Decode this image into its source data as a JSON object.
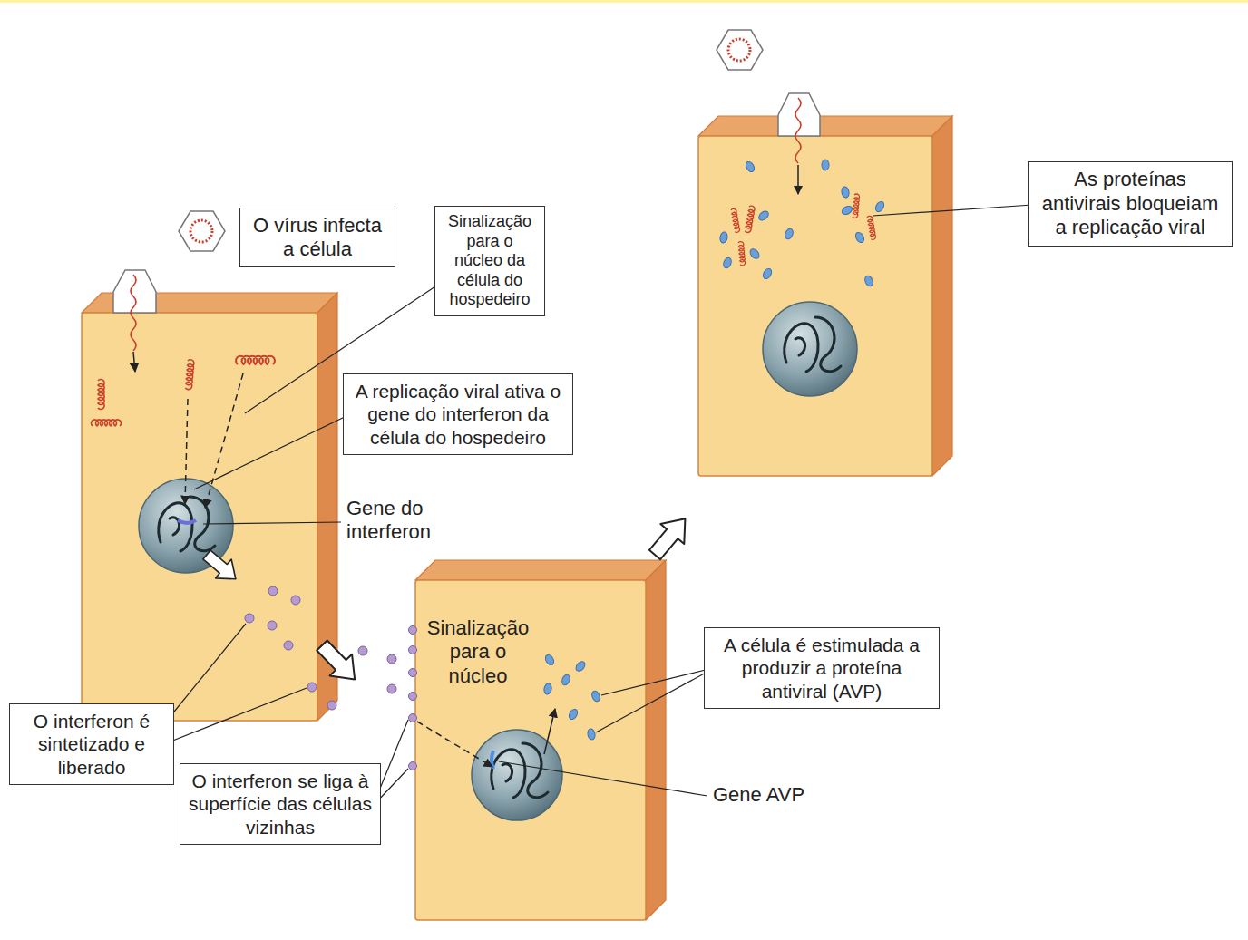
{
  "diagram": {
    "nodes": [
      {
        "text": [
          "O vírus infecta a célula"
        ]
      },
      {
        "text": [
          "Sinalização para o núcleo da célula do hospedeiro"
        ]
      },
      {
        "text": [
          "A replicação viral ativa o gene do interferon da célula do hospedeiro"
        ]
      },
      {
        "text": [
          "As proteínas antivirais bloqueiam a replicação viral"
        ]
      },
      {
        "text": [
          "A célula é estimulada a produzir a proteína antiviral (AVP)"
        ]
      },
      {
        "text": [
          "O interferon é sintetizado e liberado"
        ]
      },
      {
        "text": [
          "O interferon se liga à superfície das células vizinhas"
        ]
      }
    ],
    "labels": [
      "Gene do interferon",
      "Sinalização para o núcleo",
      "Gene AVP"
    ]
  }
}
